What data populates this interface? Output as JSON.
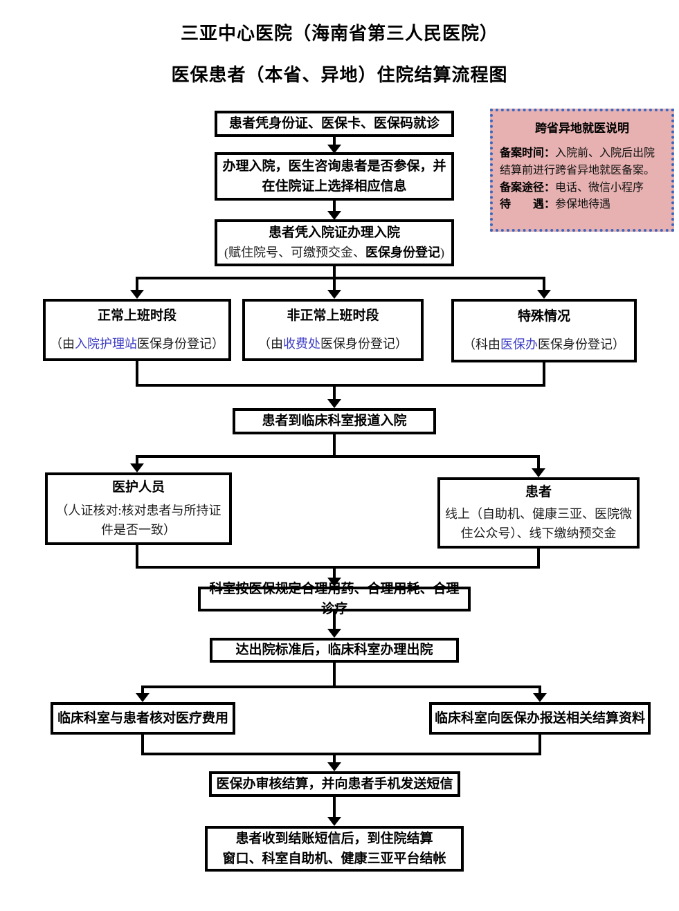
{
  "title": {
    "line1": "三亚中心医院（海南省第三人民医院）",
    "line2": "医保患者（本省、异地）住院结算流程图"
  },
  "note": {
    "title": "跨省异地就医说明",
    "lines": [
      {
        "label": "备案时间：",
        "text": "入院前、入院后出院结算前进行跨省异地就医备案。"
      },
      {
        "label": "备案途径：",
        "text": "电话、微信小程序"
      },
      {
        "label": "待　　遇：",
        "text": "参保地待遇"
      }
    ],
    "bg_color": "#e7b1b1",
    "border_color": "#3a66c0"
  },
  "flow": {
    "step1": "患者凭身份证、医保卡、医保码就诊",
    "step2_lines": [
      "办理入院，医生咨询患者是否参保，并",
      "在住院证上选择相应信息"
    ],
    "step3": {
      "title": "患者凭入院证办理入院",
      "sub_prefix": "(赋住院号、可缴预交金、",
      "sub_bold": "医保身份登记",
      "sub_suffix": ")"
    },
    "branch_normal": {
      "title": "正常上班时段",
      "sub_prefix": "（由",
      "link": "入院护理站",
      "sub_suffix": "医保身份登记）"
    },
    "branch_offhours": {
      "title": "非正常上班时段",
      "sub_prefix": "（由",
      "link": "收费处",
      "sub_suffix": "医保身份登记）"
    },
    "branch_special": {
      "title": "特殊情况",
      "sub_prefix": "（科由",
      "link": "医保办",
      "sub_suffix": "医保身份登记）"
    },
    "step4": "患者到临床科室报道入院",
    "staff": {
      "title": "医护人员",
      "sub": "（人证核对:核对患者与所持证件是否一致）"
    },
    "patient": {
      "title": "患者",
      "sub": "线上（自助机、健康三亚、医院微住公众号）、线下缴纳预交金"
    },
    "step5": "科室按医保规定合理用药、合理用耗、合理诊疗",
    "step6": "达出院标准后，临床科室办理出院",
    "check_fee": "临床科室与患者核对医疗费用",
    "submit_materials": "临床科室向医保办报送相关结算资料",
    "step7": "医保办审核结算，并向患者手机发送短信",
    "step8_lines": [
      "患者收到结账短信后，到住院结算",
      "窗口、科室自助机、健康三亚平台结帐"
    ]
  },
  "colors": {
    "link_blue": "#3b3bc4",
    "line_black": "#000000"
  }
}
